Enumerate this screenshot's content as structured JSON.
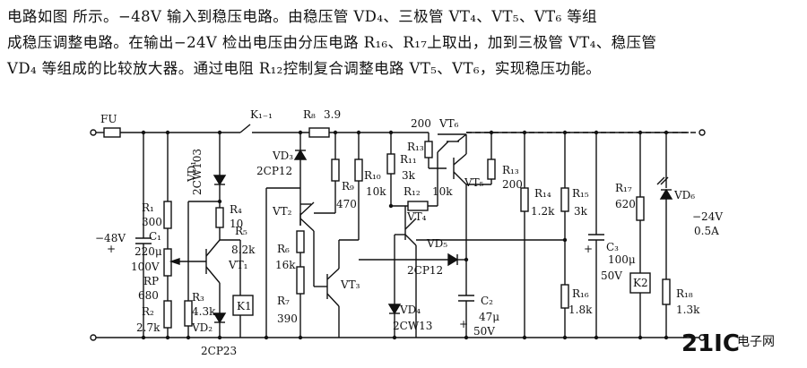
{
  "description": {
    "lines": [
      "电路如图        所示。−48V 输入到稳压电路。由稳压管 VD₄、三极管 VT₄、VT₅、VT₆ 等组",
      "成稳压调整电路。在输出−24V 检出电压由分压电路 R₁₆、R₁₇上取出，加到三极管 VT₄、稳压管",
      "VD₄ 等组成的比较放大器。通过电阻 R₁₂控制复合调整电路 VT₅、VT₆，实现稳压功能。"
    ]
  },
  "schematic": {
    "fuse": "FU",
    "relay_contact": "K₁₋₁",
    "input_voltage": "−48V",
    "c1": [
      "C₁",
      "220μ",
      "100V"
    ],
    "r1": [
      "R₁",
      "300"
    ],
    "rp": [
      "RP",
      "680"
    ],
    "r2": [
      "R₂",
      "2.7k"
    ],
    "vd1": [
      "VD₁",
      "2CW103"
    ],
    "r4": [
      "R₄",
      "10"
    ],
    "r5": [
      "R₅",
      "8.2k"
    ],
    "vt1": "VT₁",
    "r3": [
      "R₃",
      "4.3k"
    ],
    "k1": "K1",
    "vd2": [
      "VD₂",
      "2CP23"
    ],
    "r8": [
      "R₈",
      "3.9"
    ],
    "vd3": [
      "VD₃",
      "2CP12"
    ],
    "vt2": "VT₂",
    "r6": [
      "R₆",
      "16k"
    ],
    "r7": [
      "R₇",
      "390"
    ],
    "r9": [
      "R₉",
      "470"
    ],
    "vt3": "VT₃",
    "r10": [
      "R₁₀",
      "10k"
    ],
    "r11": [
      "R₁₁",
      "3k"
    ],
    "r12": [
      "R₁₂",
      "10k"
    ],
    "vt4": "VT₄",
    "vd4": [
      "VD₄",
      "2CW13"
    ],
    "r13a": [
      "200",
      "R₁₃"
    ],
    "vt6": "VT₆",
    "vt5": "VT₅",
    "r13b": [
      "R₁₃",
      "200"
    ],
    "vd5": [
      "VD₅",
      "2CP12"
    ],
    "c2": [
      "C₂",
      "47μ",
      "50V"
    ],
    "r14": [
      "R₁₄",
      "1.2k"
    ],
    "r15": [
      "R₁₅",
      "3k"
    ],
    "r16": [
      "R₁₆",
      "1.8k"
    ],
    "c3": [
      "C₃",
      "100μ",
      "50V"
    ],
    "r17": [
      "R₁₇",
      "620"
    ],
    "k2": "K2",
    "r18": [
      "R₁₈",
      "1.3k"
    ],
    "vd6": "VD₆",
    "output": [
      "−24V",
      "0.5A"
    ]
  },
  "watermark": {
    "logo": "21IC",
    "text": "电子网"
  },
  "colors": {
    "ink": "#111111",
    "watermark": "#d9d9d9"
  }
}
